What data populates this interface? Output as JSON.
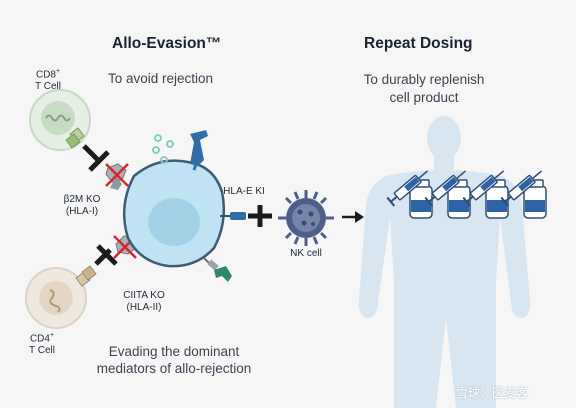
{
  "left": {
    "title_main": "Allo-Evasion",
    "title_sup": "™",
    "subtitle": "To avoid rejection",
    "cd8_label_main": "CD8",
    "cd8_label_sup": "+",
    "cd8_label_line2": "T Cell",
    "cd4_label_main": "CD4",
    "cd4_label_sup": "+",
    "cd4_label_line2": "T Cell",
    "b2m_line1": "β2M KO",
    "b2m_line2": "(HLA-I)",
    "ciita_line1": "CIITA KO",
    "ciita_line2": "(HLA-II)",
    "hlae_label": "HLA-E KI",
    "nk_label": "NK cell",
    "caption_line1": "Evading the dominant",
    "caption_line2": "mediators of allo-rejection"
  },
  "right": {
    "title": "Repeat Dosing",
    "subtitle_line1": "To durably replenish",
    "subtitle_line2": "cell product"
  },
  "watermark": "雪球：医麦客",
  "colors": {
    "cell_blue": "#bfe3f3",
    "cell_outline": "#3e5b74",
    "nucleus": "#a8d6ec",
    "receptor_blue": "#2f6ea6",
    "inhibit_black": "#1b1b1b",
    "ko_red": "#d9262c",
    "nk_cell": "#4e5f8a",
    "body_silhouette": "#d6e5f1",
    "tcell_cd8": "#e3efe2",
    "tcell_cd4": "#efe7dc"
  }
}
